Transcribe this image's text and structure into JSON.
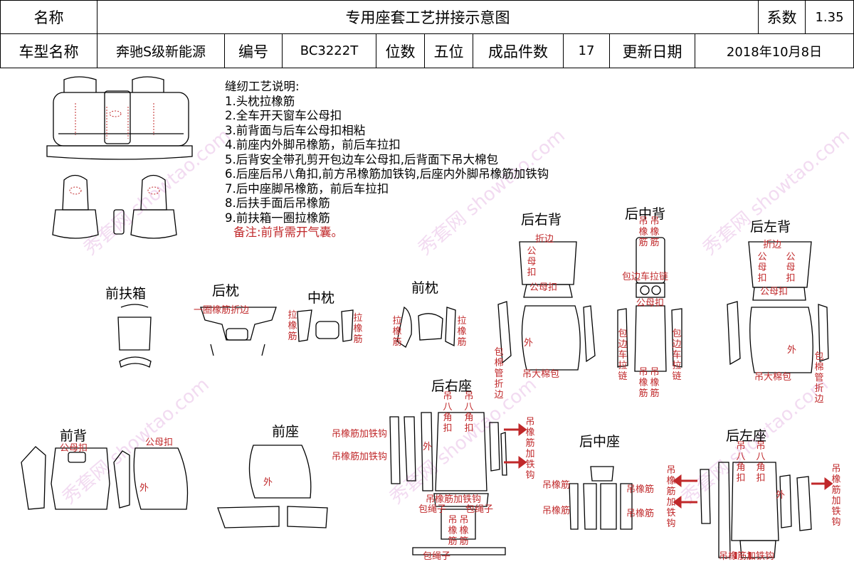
{
  "header": {
    "name_label": "名称",
    "title": "专用座套工艺拼接示意图",
    "coef_label": "系数",
    "coef_value": "1.35",
    "model_label": "车型名称",
    "model_value": "奔驰S级新能源",
    "code_label": "编号",
    "code_value": "BC3222T",
    "seats_label": "位数",
    "seats_value": "五位",
    "pieces_label": "成品件数",
    "pieces_value": "17",
    "date_label": "更新日期",
    "date_value": "2018年10月8日"
  },
  "notes": {
    "title": "缝纫工艺说明:",
    "items": [
      "1.头枕拉橡筋",
      "2.全车开天窗车公母扣",
      "3.前背面与后车公母扣相粘",
      "4.前座内外脚吊橡筋，前后车拉扣",
      "5.后背安全带孔剪开包边车公母扣,后背面下吊大棉包",
      "6.后座后吊八角扣,前方吊橡筋加铁钩,后座内外脚吊橡筋加铁钩",
      "7.后中座脚吊橡筋，前后车拉扣",
      "8.后扶手面后吊橡筋",
      "9.前扶箱一圈拉橡筋"
    ],
    "remark": "备注:前背需开气囊。"
  },
  "labels": {
    "front_armrest_box": "前扶箱",
    "rear_headrest": "后枕",
    "mid_headrest": "中枕",
    "front_headrest": "前枕",
    "rear_right_back": "后右背",
    "rear_mid_back": "后中背",
    "rear_left_back": "后左背",
    "front_back": "前背",
    "front_seat": "前座",
    "rear_right_seat": "后右座",
    "rear_mid_seat": "后中座",
    "rear_left_seat": "后左座"
  },
  "annotations": {
    "elastic_edge": "一圈橡筋折边",
    "pull_elastic": "拉橡筋",
    "fold_edge": "折边",
    "snap_fm": "公母扣",
    "snap_mf": "公母扣",
    "snap_fm_short": "公母扣",
    "hang_elastic": "吊橡筋",
    "wrap_pull_chain": "包边车拉链",
    "edge_pull_chain": "包边车拉链",
    "wrap_tube_fold": "包棉管折边",
    "hang_cotton": "吊大棉包",
    "outside": "外",
    "hang_octagon": "吊八角扣",
    "elastic_hook": "吊橡筋加铁钩",
    "wrap_rope": "包绳子",
    "rope_sep": "吊",
    "snap_fm_front": "公母扣"
  },
  "colors": {
    "annotation": "#c0282a",
    "line": "#000000",
    "watermark": "#e9bfe7"
  },
  "watermark": "秀套网 showtao.com"
}
